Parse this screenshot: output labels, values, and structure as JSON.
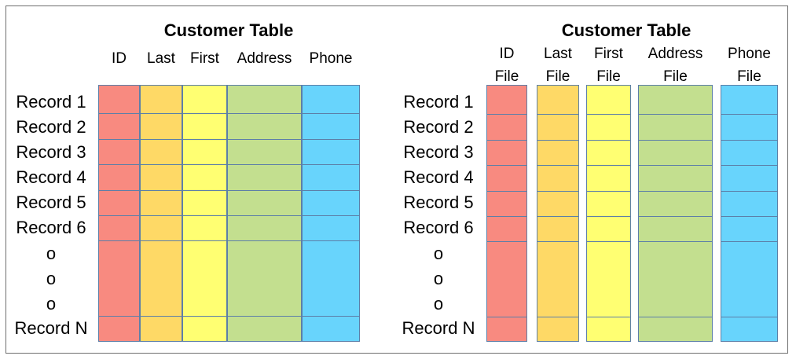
{
  "left_table": {
    "title": "Customer Table",
    "columns": [
      {
        "label": "ID",
        "color": "#f88a80"
      },
      {
        "label": "Last",
        "color": "#fed966"
      },
      {
        "label": "First",
        "color": "#ffff72"
      },
      {
        "label": "Address",
        "color": "#c3df8f"
      },
      {
        "label": "Phone",
        "color": "#68d4fc"
      }
    ]
  },
  "right_table": {
    "title": "Customer Table",
    "columns": [
      {
        "label": [
          "ID",
          "File"
        ],
        "color": "#f88a80"
      },
      {
        "label": [
          "Last",
          "File"
        ],
        "color": "#fed966"
      },
      {
        "label": [
          "First",
          "File"
        ],
        "color": "#ffff72"
      },
      {
        "label": [
          "Address",
          "File"
        ],
        "color": "#c3df8f"
      },
      {
        "label": [
          "Phone",
          "File"
        ],
        "color": "#68d4fc"
      }
    ]
  },
  "records": [
    "Record 1",
    "Record 2",
    "Record 3",
    "Record 4",
    "Record 5",
    "Record 6",
    "o",
    "o",
    "o",
    "Record N"
  ]
}
